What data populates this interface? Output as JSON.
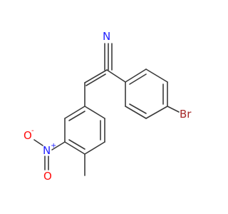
{
  "molecule": {
    "atoms": {
      "nitrile_n": "N",
      "bromine": "Br",
      "nitro_n": "N",
      "nitro_n_charge": "+",
      "nitro_o_top": "O",
      "nitro_o_top_charge": "-",
      "nitro_o_bottom": "O"
    },
    "colors": {
      "bond": "#3a3a3a",
      "nitrogen": "#1f1fff",
      "oxygen": "#ff0d0d",
      "bromine": "#a62929"
    }
  }
}
